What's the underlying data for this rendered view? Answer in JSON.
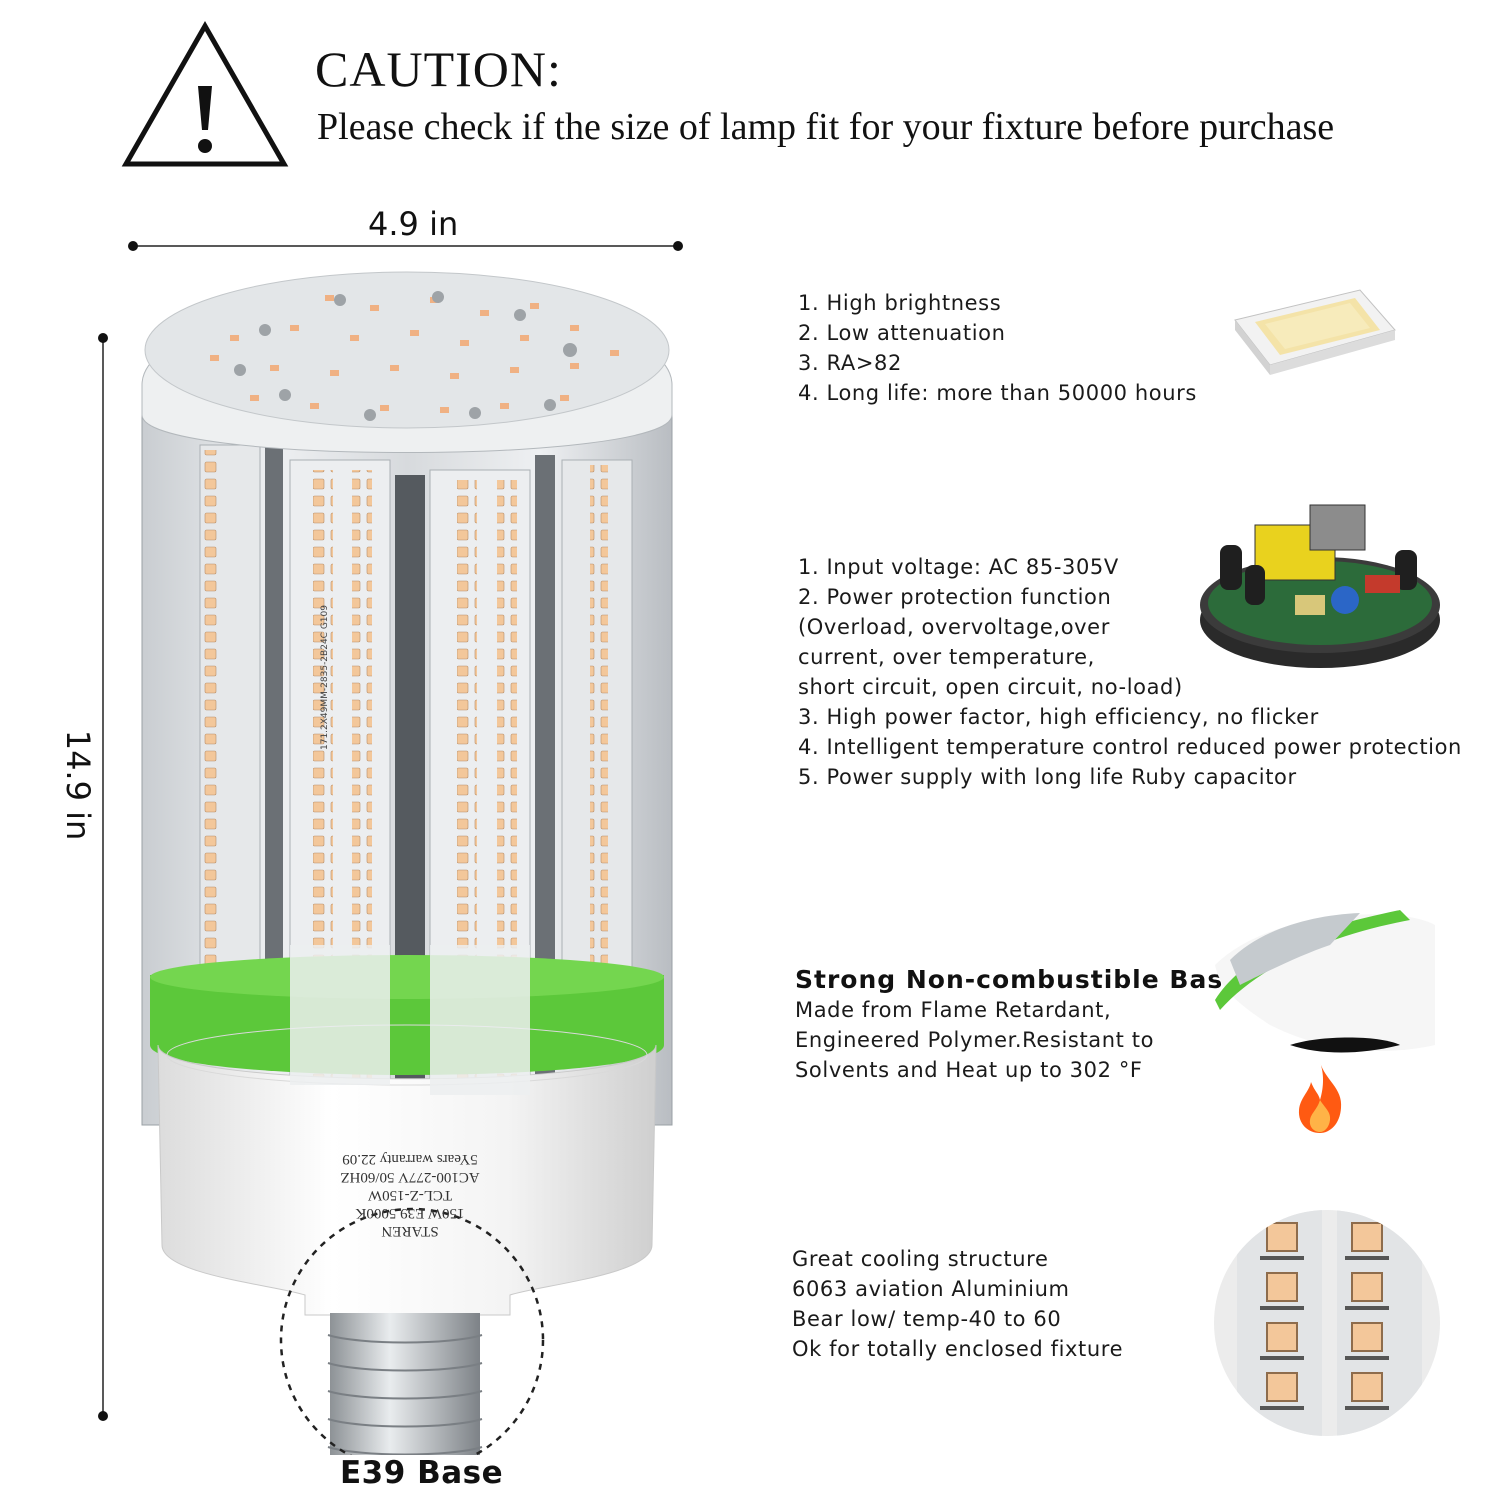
{
  "caution": {
    "title": "CAUTION:",
    "subtitle": "Please check if the size of lamp fit for your fixture before purchase"
  },
  "dimensions": {
    "width_label": "4.9 in",
    "height_label": "14.9 in",
    "base_label": "E39 Base"
  },
  "lamp_base_print": [
    "STAREN",
    "150W E39 5000K",
    "TCL-Z-150W",
    "AC100-277V 50/60HZ",
    "5Years warranty 22.09"
  ],
  "led_strip_print": [
    "171.2X49MM-2835-2B24C",
    "G109"
  ],
  "features": {
    "led_chip": [
      "1. High brightness",
      "2. Low attenuation",
      "3. RA>82",
      "4. Long life: more than 50000 hours"
    ],
    "driver": [
      "1. Input voltage: AC 85-305V",
      "2. Power protection function",
      "(Overload, overvoltage,over",
      "current, over temperature,",
      "short circuit, open circuit, no-load)",
      "3. High power factor, high efficiency, no flicker",
      "4. Intelligent temperature control reduced power protection",
      "5. Power supply with long life Ruby capacitor"
    ],
    "base": {
      "title": "Strong Non-combustible Base",
      "lines": [
        "Made from Flame Retardant,",
        "Engineered Polymer.Resistant to",
        "Solvents and Heat up to 302 °F"
      ]
    },
    "cooling": [
      "Great cooling structure",
      "6063 aviation Aluminium",
      "Bear low/ temp-40 to 60",
      "Ok for totally enclosed fixture"
    ]
  },
  "colors": {
    "green_ring": "#5cc83a",
    "led_warm": "#f3c79a",
    "flame": "#ff5a12"
  },
  "icons": [
    "warning-triangle-icon",
    "flame-icon"
  ]
}
